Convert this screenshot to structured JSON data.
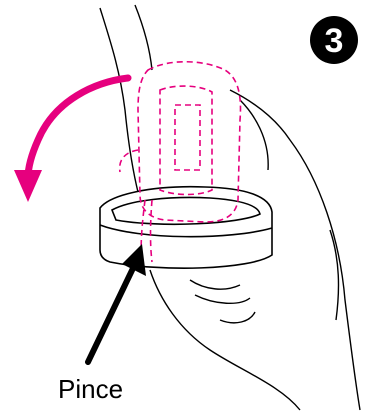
{
  "step": {
    "number": "3"
  },
  "labels": {
    "pince": "Pince"
  },
  "colors": {
    "outline": "#000000",
    "arrow": "#e6007e",
    "dashed": "#e6007e",
    "background": "#ffffff",
    "badge_text": "#ffffff"
  },
  "icons": {
    "rotation_arrow": "curved-arrow-left-down",
    "pointer_arrow": "arrow-up-right"
  }
}
